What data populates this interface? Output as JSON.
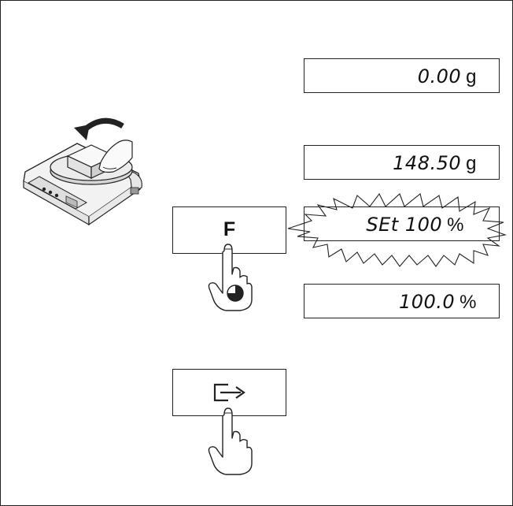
{
  "displays": [
    {
      "value": "0.00",
      "unit": "g"
    },
    {
      "value": "148.50",
      "unit": "g"
    },
    {
      "value": "SEt 100",
      "unit": "%"
    },
    {
      "value": "100.0",
      "unit": "%"
    }
  ],
  "keys": {
    "function_label": "F",
    "enter_icon": "enter-arrow-icon"
  },
  "icons": {
    "hand_long_press": "hand-press-hold-icon",
    "hand_press": "hand-press-icon",
    "scale": "balance-with-weight-icon",
    "arrow": "curved-arrow-icon"
  }
}
